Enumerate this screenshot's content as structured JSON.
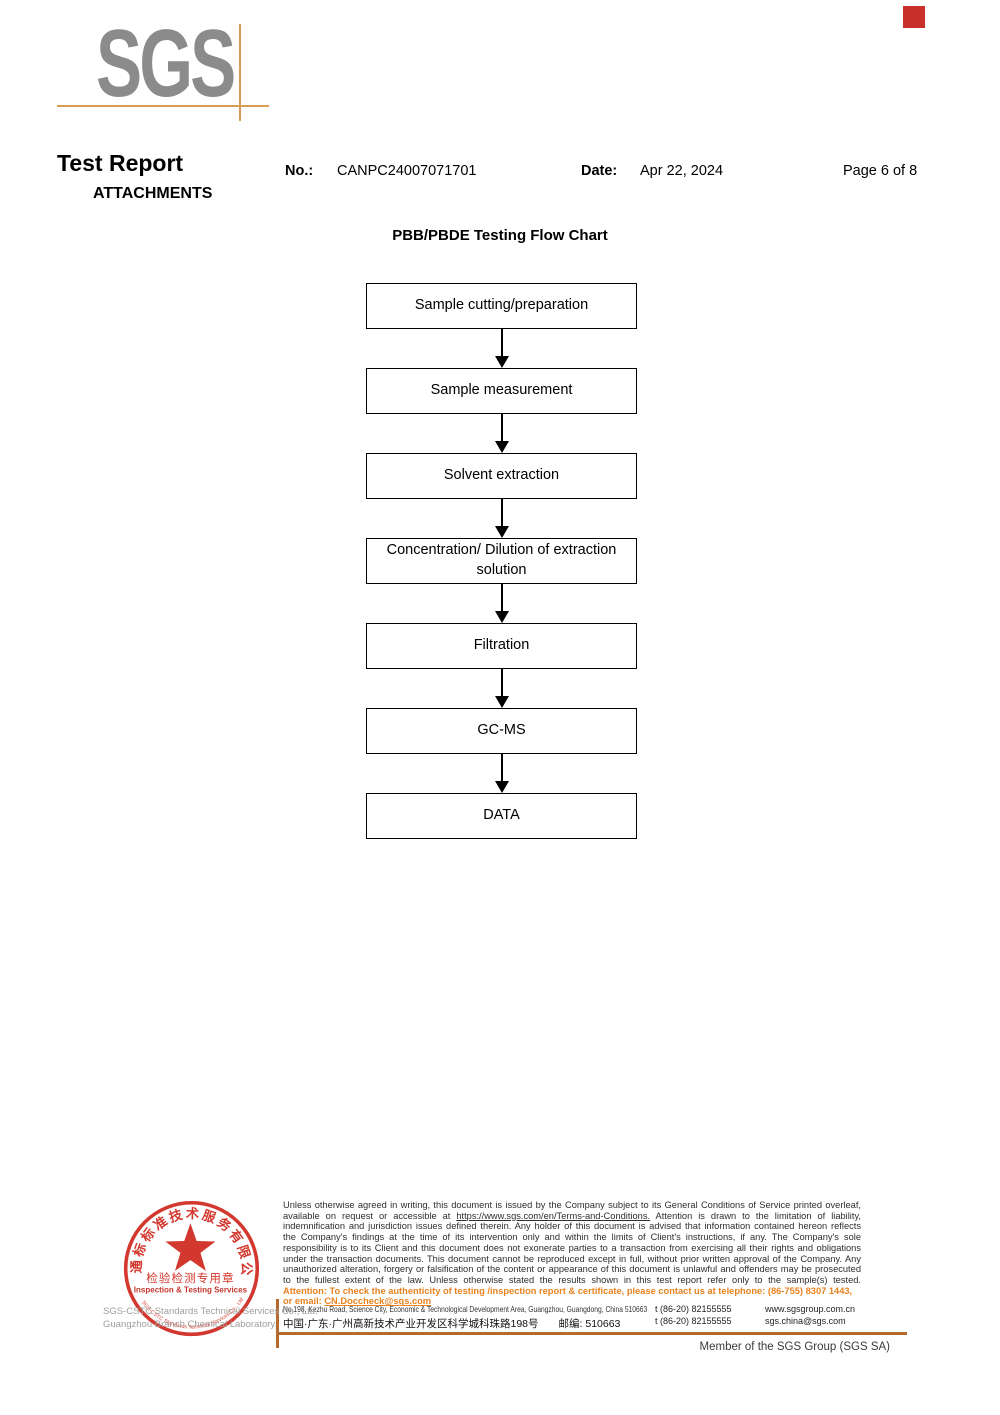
{
  "logo": {
    "text": "SGS"
  },
  "header": {
    "title": "Test Report",
    "subtitle": "ATTACHMENTS",
    "no_label": "No.:",
    "no_value": "CANPC24007071701",
    "date_label": "Date:",
    "date_value": "Apr 22, 2024",
    "page_label": "Page 6 of 8"
  },
  "flowchart": {
    "title": "PBB/PBDE Testing Flow Chart",
    "steps": [
      "Sample cutting/preparation",
      "Sample measurement",
      "Solvent extraction",
      "Concentration/ Dilution of extraction solution",
      "Filtration",
      "GC-MS",
      "DATA"
    ]
  },
  "footer": {
    "legal": {
      "line1": "Unless otherwise agreed in writing, this document is issued by the Company subject to its General Conditions of Service printed overleaf,",
      "line2_pre": "available on request or accessible at ",
      "line2_link": "https://www.sgs.com/en/Terms-and-Conditions.",
      "line2_post": " Attention is drawn to the limitation of liability,",
      "lines_mid": [
        "indemnification and jurisdiction issues defined therein. Any holder of this document is advised that information contained hereon reflects",
        "the Company's findings at the time of its intervention only and within the limits of Client's instructions, if any. The Company's sole",
        "responsibility is to its Client and this document does not exonerate parties to a transaction from exercising all their rights and obligations",
        "under the transaction documents. This document cannot be reproduced except in full, without prior written approval of the Company. Any",
        "unauthorized alteration, forgery or falsification of the content or appearance of this document is unlawful and offenders may be prosecuted"
      ],
      "last_line": "to the fullest extent of the law. Unless otherwise stated the results shown in this test report refer only to the sample(s) tested."
    },
    "attention": {
      "line1": "Attention: To check the authenticity of testing /inspection report & certificate, please contact us at telephone: (86-755) 8307 1443,",
      "line2_prefix": "or email: ",
      "email": "CN.Doccheck@sgs.com"
    },
    "stamp": {
      "arc_text_cn": "通标标准技术服务有限公司广州分公司",
      "arc_text_en": "SGS-CSTC Standards Technical Services Co., Ltd.",
      "seal_text_cn": "检验检测专用章",
      "seal_text_en": "Inspection & Testing Services",
      "company_line1": "SGS-CSTC Standards Technical Services Co., Ltd.",
      "company_line2": "Guangzhou Branch Chemical Laboratory."
    },
    "address_en": "No.198, Kezhu Road, Science City, Economic & Technological Development Area, Guangzhou, Guangdong, China 510663",
    "address_cn": "中国·广东·广州高新技术产业开发区科学城科珠路198号",
    "postcode": "邮编: 510663",
    "phone1": "t (86-20) 82155555",
    "phone2": "t (86-20) 82155555",
    "website": "www.sgsgroup.com.cn",
    "email": "sgs.china@sgs.com",
    "member_text": "Member of the SGS Group (SGS SA)"
  },
  "colors": {
    "logo_gray": "#8b8b8b",
    "crosshair_orange": "#d89c52",
    "footer_orange_line": "#b5692f",
    "attention_orange": "#e8821e",
    "stamp_red": "#d0281e",
    "corner_mark_red": "#c9302c"
  }
}
